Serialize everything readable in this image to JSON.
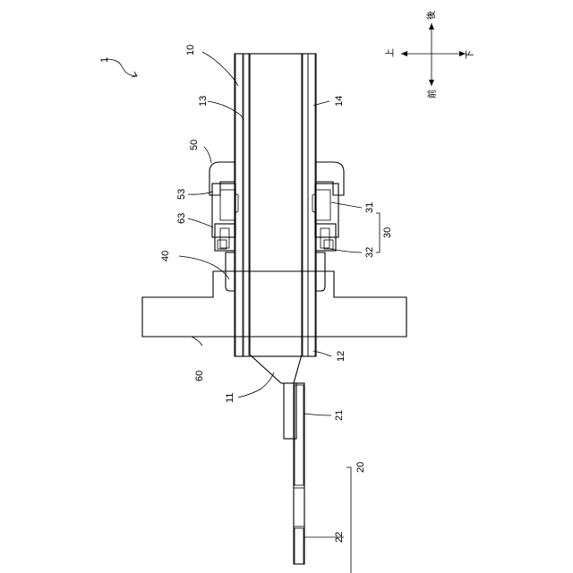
{
  "figure_ref": "1",
  "directions": {
    "up": "上",
    "down": "下",
    "back": "後",
    "front": "前"
  },
  "labels": {
    "l10": "10",
    "l13": "13",
    "l14": "14",
    "l50": "50",
    "l53": "53",
    "l63": "63",
    "l31": "31",
    "l30": "30",
    "l32": "32",
    "l40": "40",
    "l60": "60",
    "l12": "12",
    "l11": "11",
    "l21": "21",
    "l20": "20",
    "l22": "22"
  }
}
